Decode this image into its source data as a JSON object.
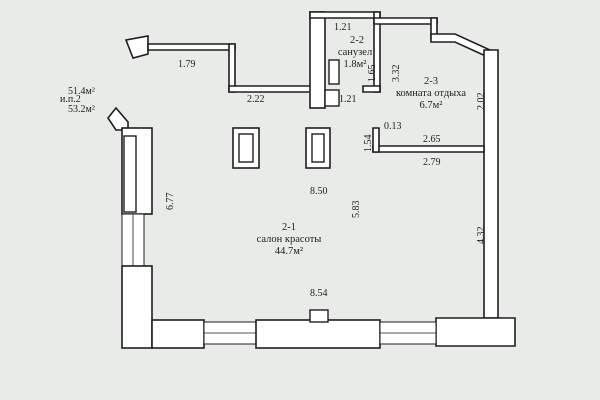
{
  "summary": {
    "code": "и.п.2",
    "area_1": "51.4м²",
    "area_2": "53.2м²"
  },
  "rooms": [
    {
      "number": "2-1",
      "name": "салон красоты",
      "area": "44.7м²"
    },
    {
      "number": "2-2",
      "name": "санузел",
      "area": "1.8м²"
    },
    {
      "number": "2-3",
      "name": "комната отдыха",
      "area": "6.7м²"
    }
  ],
  "dimensions": {
    "top_left_wall": "1.79",
    "corridor_bottom": "2.22",
    "bathroom_top": "1.21",
    "bathroom_bottom": "1.21",
    "bathroom_side": "1.65",
    "rest_room_left": "3.32",
    "right_top": "2.02",
    "right_bottom": "4.32",
    "partition_small": "0.13",
    "partition_top": "2.65",
    "partition_bottom": "2.79",
    "partition_side": "1.54",
    "main_width_top": "8.50",
    "main_height_center": "5.83",
    "left_height": "6.77",
    "main_width_bottom": "8.54"
  }
}
